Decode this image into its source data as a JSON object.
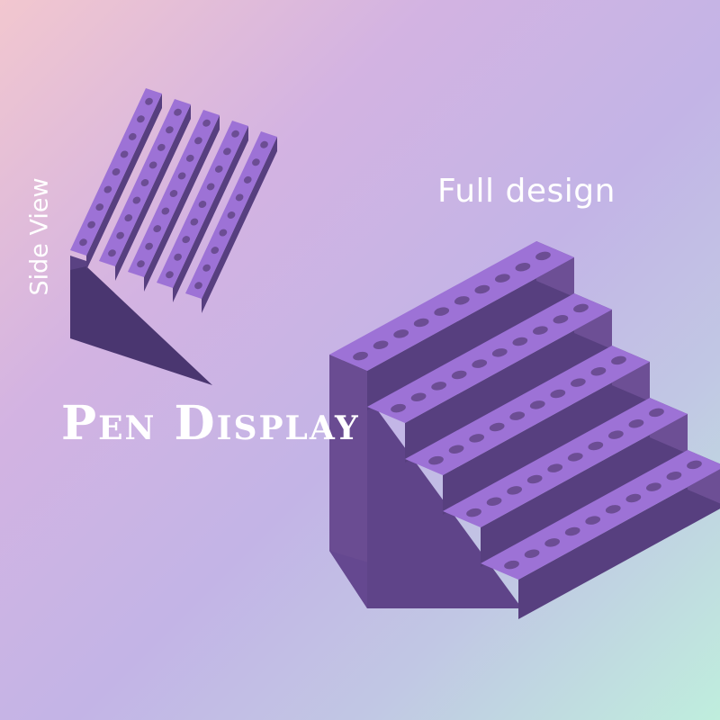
{
  "labels": {
    "full_design": "Full design",
    "side_view": "Side View",
    "title": "Pen Display"
  },
  "colors": {
    "top_face": "#9d72d6",
    "front_face": "#573f7f",
    "side_face": "#6d4f95",
    "hole": "#6c4d94",
    "text": "#ffffff"
  },
  "full_design_model": {
    "steps": 5,
    "holes_per_row": 10
  },
  "side_view_model": {
    "steps": 5,
    "holes_per_row": 9
  }
}
